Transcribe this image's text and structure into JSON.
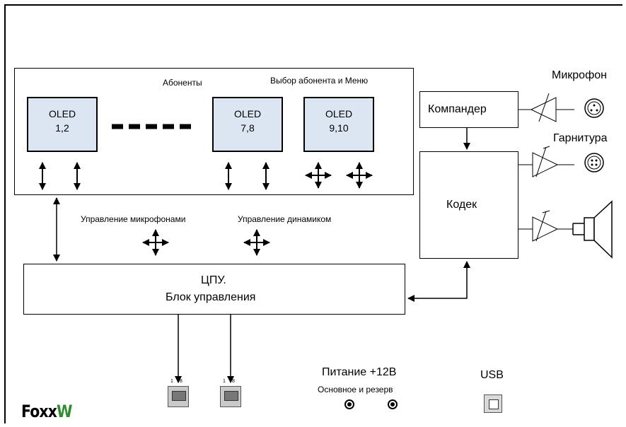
{
  "diagram": {
    "labels": {
      "subscribers": "Абоненты",
      "select_menu": "Выбор абонента и Меню",
      "mic_control": "Управление микрофонами",
      "speaker_control": "Управление динамиком",
      "microphone": "Микрофон",
      "headset": "Гарнитура",
      "power": "Питание +12В",
      "power_sub": "Основное и резерв",
      "usb": "USB"
    },
    "oled_displays": [
      {
        "title": "OLED",
        "channels": "1,2"
      },
      {
        "title": "OLED",
        "channels": "7,8"
      },
      {
        "title": "OLED",
        "channels": "9,10"
      }
    ],
    "compander": "Компандер",
    "codec": "Кодек",
    "cpu": {
      "line1": "ЦПУ.",
      "line2": "Блок управления"
    },
    "rj45_pins": {
      "a": "1",
      "b": "8"
    },
    "logo": {
      "part1": "Foxx",
      "part2": "W"
    }
  }
}
